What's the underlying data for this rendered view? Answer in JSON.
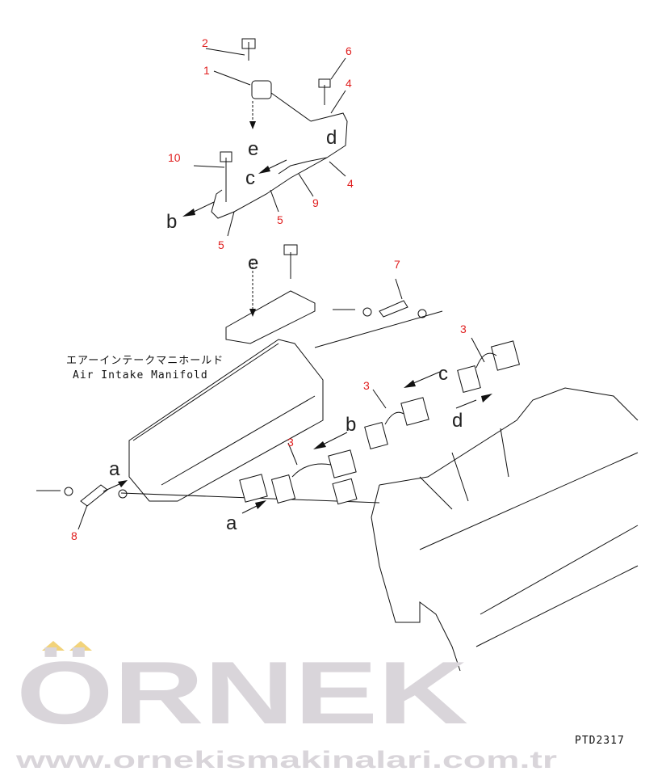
{
  "watermark": {
    "brand": "ÖRNEK",
    "url": "www.ornekismakinalari.com.tr"
  },
  "title_jp": "エアーインテークマニホールド",
  "title_en": "Air Intake Manifold",
  "drawing_code": "PTD2317",
  "callouts": [
    "1",
    "2",
    "3",
    "4",
    "5",
    "6",
    "7",
    "8",
    "9",
    "10"
  ],
  "connection_letters": [
    "a",
    "b",
    "c",
    "d",
    "e"
  ],
  "colors": {
    "callout": "#e02020",
    "watermark": "#d9d5da",
    "watermark_dots": "#f2d37a"
  }
}
